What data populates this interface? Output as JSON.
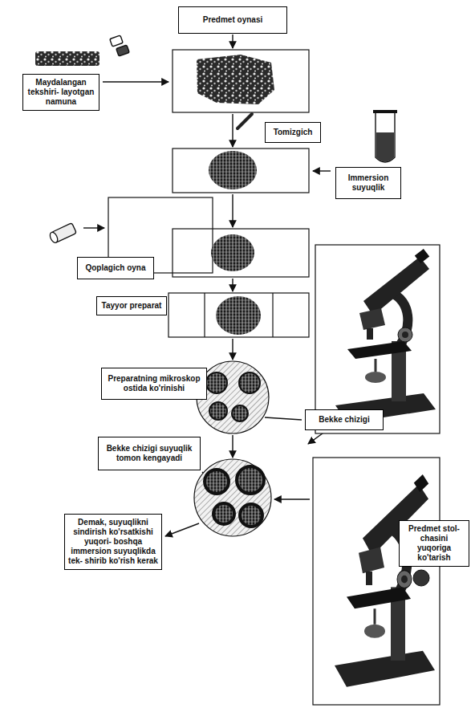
{
  "diagram": {
    "nodes": [
      {
        "text": [
          "Predmet oynasi"
        ]
      },
      {
        "text": [
          "Maydalangan tekshiri- layotgan namuna"
        ]
      },
      {
        "text": [
          "Tomizgich"
        ]
      },
      {
        "text": [
          "Immersion suyuqlik"
        ]
      },
      {
        "text": [
          "Qoplagich oyna"
        ]
      },
      {
        "text": [
          "Tayyor preparat"
        ]
      },
      {
        "text": [
          "Preparatning mikroskop ostida ko'rinishi"
        ]
      },
      {
        "text": [
          "Bekke chizigi"
        ]
      },
      {
        "text": [
          "Bekke chizigi suyuqlik tomon kengayadi"
        ]
      },
      {
        "text": [
          "Demak, suyuqlikni sindirish ko'rsatkishi yuqori- boshqa immersion suyuqlikda tek- shirib ko'rish kerak"
        ]
      },
      {
        "text": [
          "Predmet stol- chasini yuqoriga ko'tarish"
        ]
      }
    ]
  }
}
